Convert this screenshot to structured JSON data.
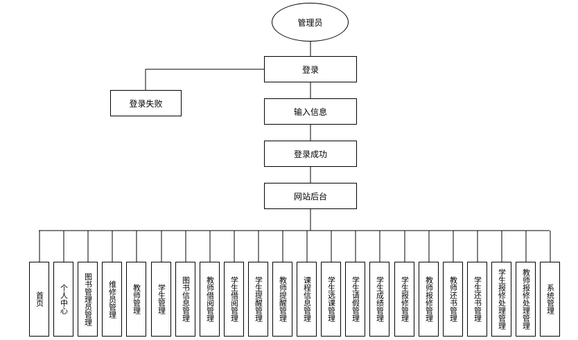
{
  "nodes": {
    "admin": "管理员",
    "login": "登录",
    "login_fail": "登录失败",
    "input_info": "输入信息",
    "login_success": "登录成功",
    "backend": "网站后台"
  },
  "modules": [
    "首页",
    "个人中心",
    "图书管理员管理",
    "维修员管理",
    "教师管理",
    "学生管理",
    "图书信息管理",
    "教师借阅管理",
    "学生借阅管理",
    "学生提醒管理",
    "教师提醒管理",
    "课程信息管理",
    "学生选课管理",
    "学生请假管理",
    "学生成绩管理",
    "学生报修管理",
    "教师报修管理",
    "教师还书管理",
    "学生还书管理",
    "学生报修处理管理",
    "教师报修处理管理",
    "系统管理"
  ]
}
